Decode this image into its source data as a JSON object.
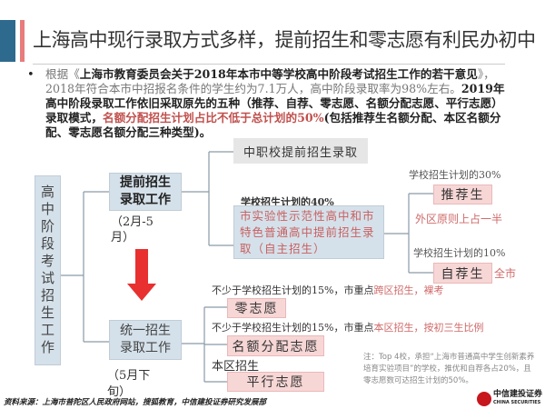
{
  "header": {
    "title": "上海高中现行录取方式多样，提前招生和零志愿有利民办初中",
    "accent_blue": "#2e6a8e",
    "accent_pink": "#e87c7c"
  },
  "paragraph": {
    "p1": "根据《",
    "p2": "上海市教育委员会关于2018年本市中等学校高中阶段考试招生工作的若干意见",
    "p3": "》，2018年符合本市中招报名条件的学生约为7.1万人，高中阶段录取率为98%左右。",
    "p4": "2019年高中阶段录取工作依旧采取原先的五种（推荐、自荐、零志愿、名额分配志愿、平行志愿）录取模式，",
    "p5": "名额分配招生计划占比不低于总计划的50%",
    "p6": "(包括推荐生名额分配、本区名额分配、零志愿名额分配三种类型)。"
  },
  "diagram": {
    "root": "高中阶段考试招生工作",
    "early": {
      "label": "提前招生录取工作",
      "period": "（2月-5月）"
    },
    "vocational": "中职校提前招生录取",
    "early_pct": "学校招生计划的40%",
    "selective": "市实验性示范性高中和市特色普通高中提前招生录取（自主招生）",
    "recommend": {
      "pct": "学校招生计划的30%",
      "label": "推荐生",
      "note": "外区原则上占一半"
    },
    "self": {
      "pct": "学校招生计划的10%",
      "label": "自荐生",
      "note": "全市"
    },
    "unified": {
      "label": "统一招生录取工作",
      "period": "（5月下旬）"
    },
    "zero": {
      "pct": "不少于学校招生计划的15%，市重点",
      "note": "跨区招生，裸考",
      "label": "零志愿"
    },
    "quota": {
      "pct": "不少于学校招生计划的15%，市重点",
      "note": "本区招生，按初三生比例",
      "label": "名额分配志愿"
    },
    "parallel": {
      "pct": "本区招生",
      "label": "平行志愿"
    }
  },
  "note": "注：Top 4校，承担“上海市普通高中学生创新素养培育实验项目”的学校，推优和自荐各占20%，且零志愿数可达招生计划的50%。",
  "source": "资料来源：上海市普陀区人民政府网站，搜狐教育，中信建投证券研究发展部",
  "logo": {
    "cn": "中信建投证券",
    "en": "CHINA SECURITIES"
  }
}
